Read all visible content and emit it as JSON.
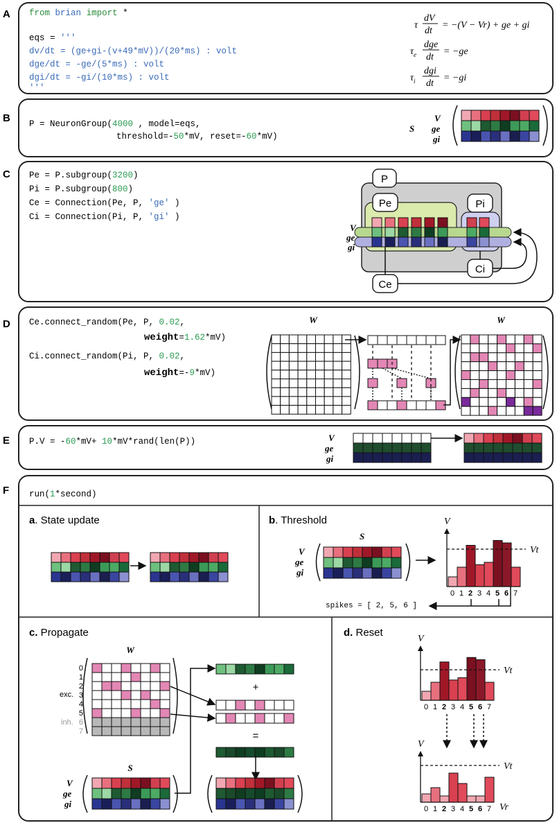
{
  "panels": {
    "A": {
      "label": "A",
      "code": [
        "from brian import *",
        "",
        "eqs = '''",
        "dv/dt = (ge+gi-(v+49*mV))/(20*ms) : volt",
        "dge/dt = -ge/(5*ms) : volt",
        "dgi/dt = -gi/(10*ms) : volt",
        "'''"
      ],
      "equations": [
        "τ dV/dt = −(V − Vr) + ge + gi",
        "τe dge/dt = −ge",
        "τi dgi/dt = −gi"
      ]
    },
    "B": {
      "label": "B",
      "code": [
        "P = NeuronGroup(4000 , model=eqs,",
        "threshold=-50*mV, reset=-60*mV)"
      ],
      "state_label": "S",
      "rows": [
        "V",
        "ge",
        "gi"
      ]
    },
    "C": {
      "label": "C",
      "code": [
        "Pe = P.subgroup(3200)",
        "Pi = P.subgroup(800)",
        "Ce = Connection(Pe, P, 'ge' )",
        "Ci = Connection(Pi, P, 'gi' )"
      ],
      "nodes": [
        "P",
        "Pe",
        "Pi",
        "Ci",
        "Ce"
      ]
    },
    "D": {
      "label": "D",
      "code": [
        "Ce.connect_random(Pe, P, 0.02,",
        "weight=1.62*mV)",
        "Ci.connect_random(Pi, P, 0.02,",
        "weight=-9*mV)"
      ],
      "matrix_label": "W"
    },
    "E": {
      "label": "E",
      "code": [
        "P.V = -60*mV+ 10*mV*rand(len(P))"
      ]
    },
    "F": {
      "label": "F",
      "code": [
        "run(1*second)"
      ],
      "sub_a": {
        "letter": "a",
        "title": ". State update"
      },
      "sub_b": {
        "letter": "b",
        "title": ". Threshold",
        "vt": "Vt",
        "spikes": "spikes = [ 2, 5, 6 ]"
      },
      "sub_c": {
        "letter": "c.",
        "title": " Propagate",
        "exc": "exc.",
        "inh": "inh.",
        "plus": "+",
        "eq": "="
      },
      "sub_d": {
        "letter": "d.",
        "title": " Reset",
        "vr": "Vr"
      },
      "neuron_indices": [
        "0",
        "1",
        "2",
        "3",
        "4",
        "5",
        "6",
        "7"
      ]
    }
  },
  "colors": {
    "v_row_before": [
      "#f1a7b1",
      "#e8707e",
      "#d94050",
      "#c0303a",
      "#a01828",
      "#7a1020",
      "#d14050",
      "#e04a5a"
    ],
    "ge_row": [
      "#6ec07e",
      "#9bd8a4",
      "#1e5a32",
      "#2e7a44",
      "#0f3d22",
      "#3c9a58",
      "#4caa64",
      "#1a6a3a"
    ],
    "gi_row": [
      "#2a3590",
      "#1a1f5a",
      "#4a55b0",
      "#2a2f7a",
      "#6a70c0",
      "#1a1f50",
      "#3a45a0",
      "#8a90d0"
    ],
    "pink": "#e387b5",
    "purple": "#7a2a9a",
    "panel_border": "#222222"
  }
}
